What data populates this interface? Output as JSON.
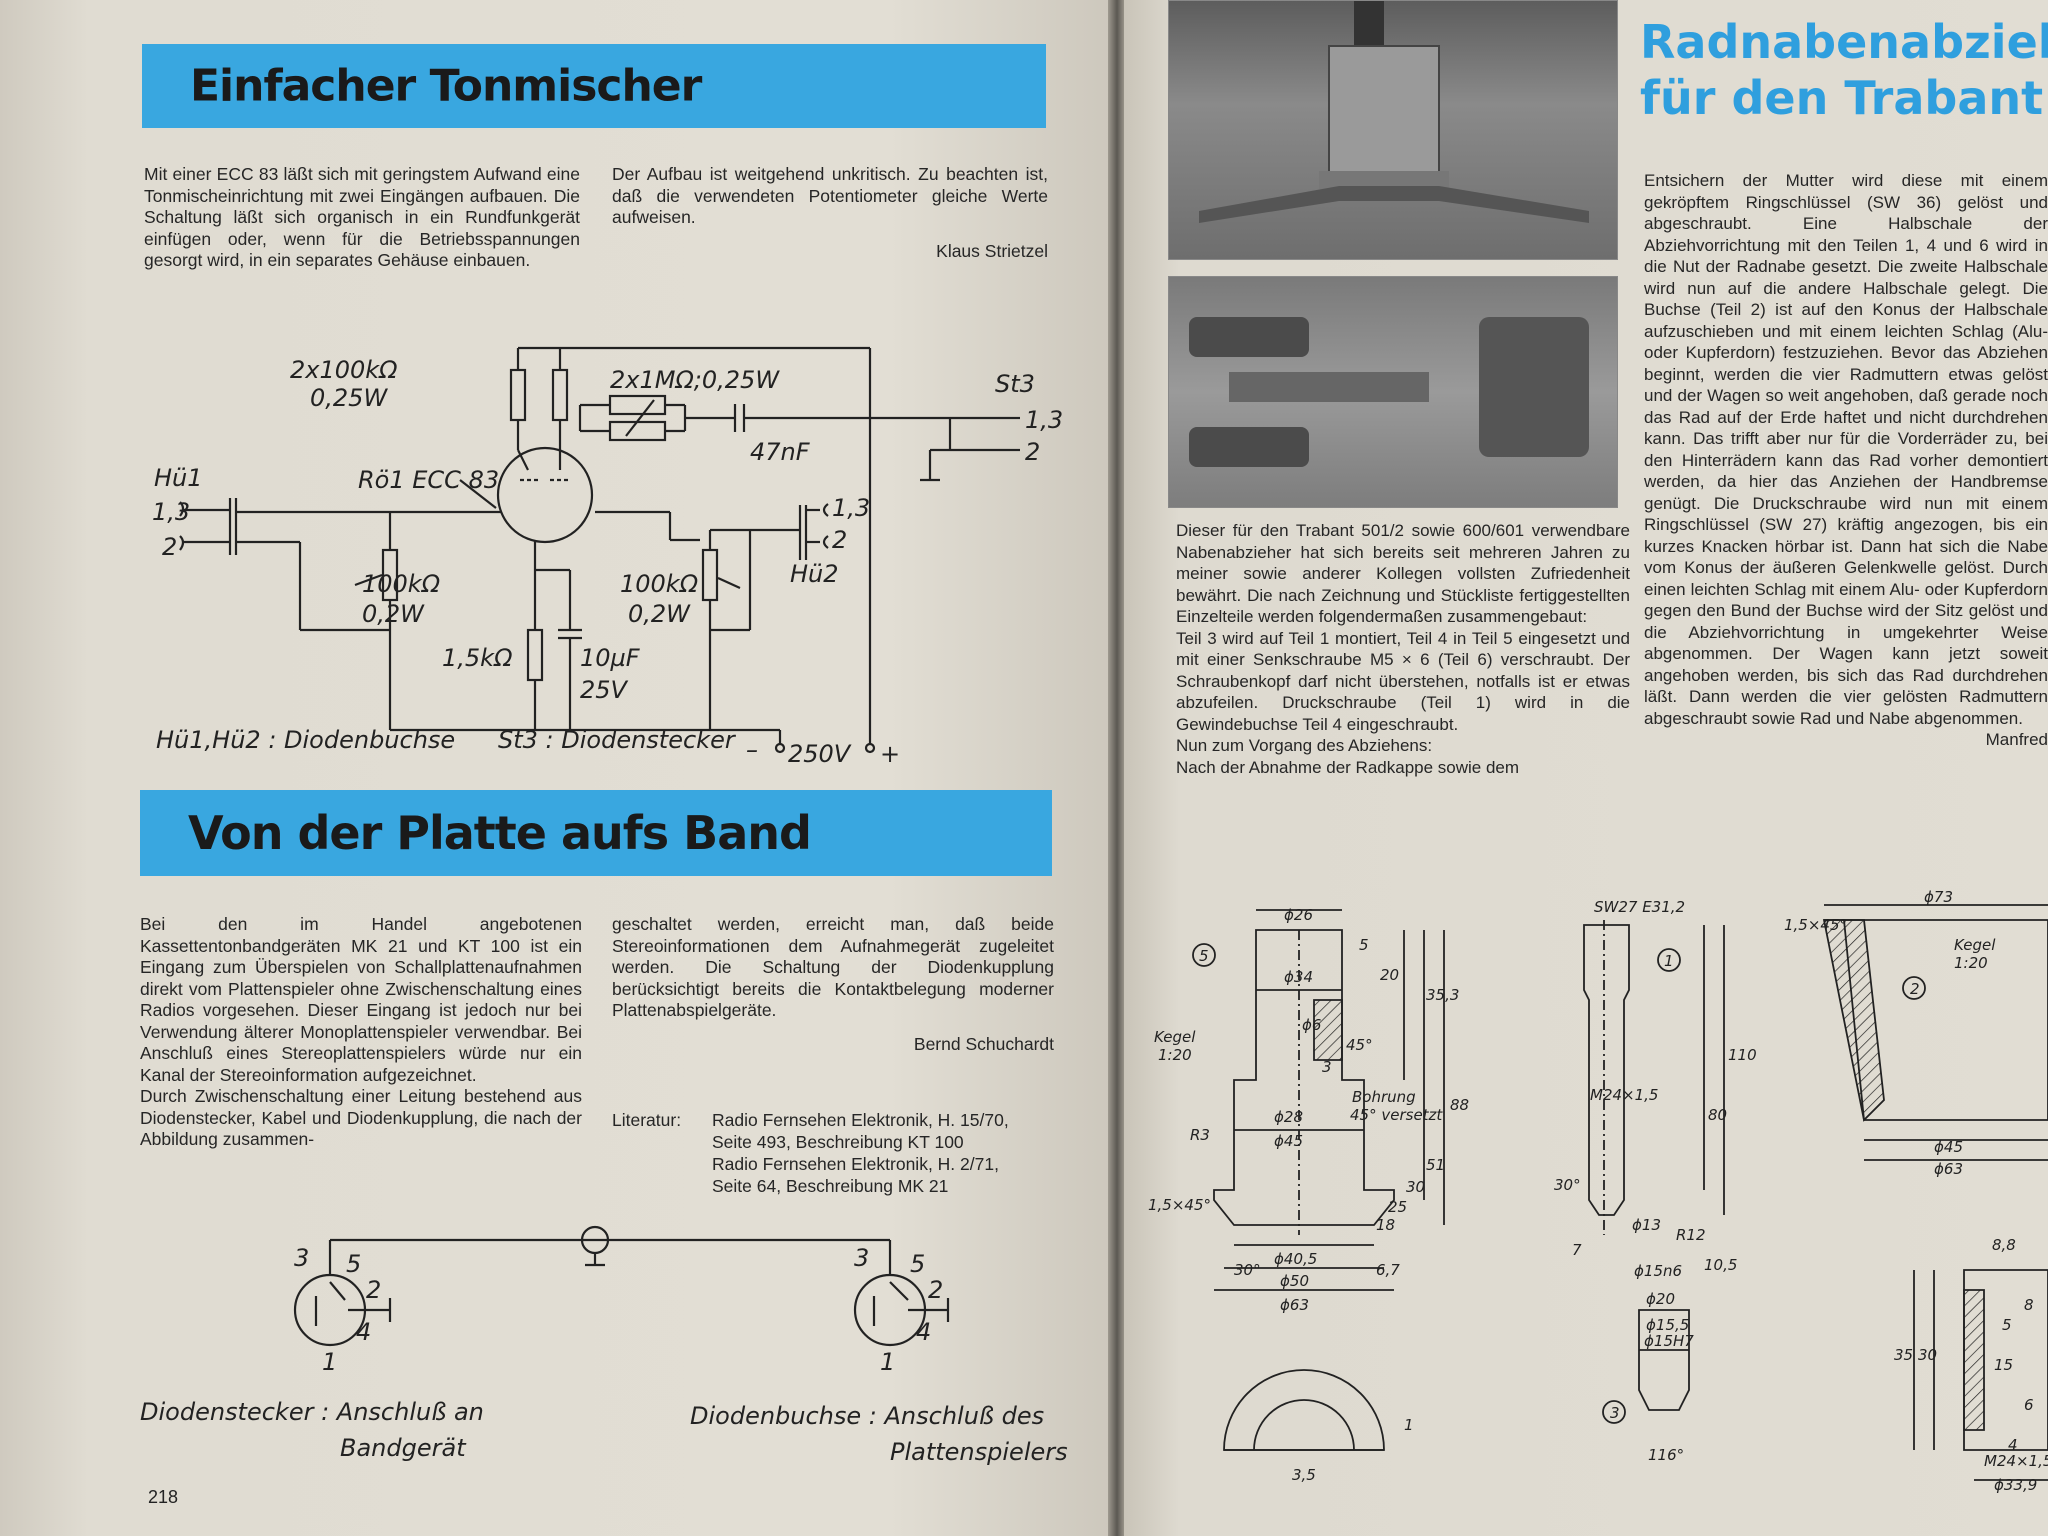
{
  "left_page": {
    "article1": {
      "title": "Einfacher Tonmischer",
      "col1": "Mit einer ECC 83 läßt sich mit geringstem Aufwand eine Tonmischeinrichtung mit zwei Eingängen aufbauen. Die Schaltung läßt sich organisch in ein Rundfunkgerät einfügen oder, wenn für die Betriebsspannungen gesorgt wird, in ein separates Gehäuse einbauen.",
      "col2": "Der Aufbau ist weitgehend unkritisch. Zu beachten ist, daß die verwendeten Potentiometer gleiche Werte aufweisen.",
      "author": "Klaus Strietzel"
    },
    "schematic1": {
      "r_top": "2x100kΩ",
      "r_top_w": "0,25W",
      "r_1m": "2x1MΩ;0,25W",
      "tube": "Rö1 ECC 83",
      "cap": "47nF",
      "st3": "St3",
      "st3_pins": "1,3",
      "st3_pin2": "2",
      "hu1": "Hü1",
      "hu1_pins": "1,3",
      "hu1_pin2": "2",
      "pot1": "100kΩ",
      "pot1_w": "0,2W",
      "pot2": "100kΩ",
      "pot2_w": "0,2W",
      "hu2": "Hü2",
      "hu2_pins": "1,3",
      "hu2_pin2": "2",
      "rk": "1,5kΩ",
      "ck": "10µF",
      "ck_v": "25V",
      "legend_left": "Hü1,Hü2 : Diodenbuchse",
      "legend_mid": "St3 : Diodenstecker",
      "minus": "–",
      "voltage": "250V",
      "plus": "+"
    },
    "article2": {
      "title": "Von der Platte aufs Band",
      "col1": "Bei den im Handel angebotenen Kassettentonbandgeräten MK 21 und KT 100 ist ein Eingang zum Überspielen von Schallplattenaufnahmen direkt vom Plattenspieler ohne Zwischenschaltung eines Radios vorgesehen. Dieser Eingang ist jedoch nur bei Verwendung älterer Monoplattenspieler verwendbar. Bei Anschluß eines Stereoplattenspielers würde nur ein Kanal der Stereoinformation aufgezeichnet.",
      "col1b": "Durch Zwischenschaltung einer Leitung bestehend aus Diodenstecker, Kabel und Diodenkupplung, die nach der Abbildung zusammen-",
      "col2": "geschaltet werden, erreicht man, daß beide Stereoinformationen dem Aufnahmegerät zugeleitet werden. Die Schaltung der Diodenkupplung berücksichtigt bereits die Kontaktbelegung moderner Plattenabspielgeräte.",
      "author": "Bernd Schuchardt",
      "lit_label": "Literatur:",
      "lit1": "Radio Fernsehen Elektronik, H. 15/70,",
      "lit2": "Seite 493, Beschreibung KT 100",
      "lit3": "Radio Fernsehen Elektronik, H. 2/71,",
      "lit4": "Seite 64, Beschreibung MK 21"
    },
    "schematic2": {
      "p3a": "3",
      "p5a": "5",
      "p2a": "2",
      "p4a": "4",
      "p1a": "1",
      "p3b": "3",
      "p5b": "5",
      "p2b": "2",
      "p4b": "4",
      "p1b": "1",
      "cap_left_1": "Diodenstecker : Anschluß an",
      "cap_left_2": "Bandgerät",
      "cap_right_1": "Diodenbuchse : Anschluß des",
      "cap_right_2": "Plattenspielers"
    },
    "page_number": "218"
  },
  "right_page": {
    "title_1": "Radnabenabzieher",
    "title_2": "für den Trabant",
    "col_left": "Dieser für den Trabant 501/2 sowie 600/601 verwendbare Nabenabzieher hat sich bereits seit mehreren Jahren zu meiner sowie anderer Kollegen vollsten Zufriedenheit bewährt. Die nach Zeichnung und Stückliste fertiggestellten Einzelteile werden folgendermaßen zusammengebaut:",
    "col_left_b": "Teil 3 wird auf Teil 1 montiert, Teil 4 in Teil 5 eingesetzt und mit einer Senkschraube M5 × 6 (Teil 6) verschraubt. Der Schraubenkopf darf nicht überstehen, notfalls ist er etwas abzufeilen. Druckschraube (Teil 1) wird in die Gewindebuchse Teil 4 eingeschraubt.",
    "col_left_c": "Nun zum Vorgang des Abziehens:",
    "col_left_d": "Nach der Abnahme der Radkappe sowie dem",
    "col_right": "Entsichern der Mutter wird diese mit einem gekröpftem Ringschlüssel (SW 36) gelöst und abgeschraubt. Eine Halbschale der Abziehvorrichtung mit den Teilen 1, 4 und 6 wird in die Nut der Radnabe gesetzt. Die zweite Halbschale wird nun auf die andere Halbschale gelegt. Die Buchse (Teil 2) ist auf den Konus der Halbschale aufzuschieben und mit einem leichten Schlag (Alu- oder Kupferdorn) festzuziehen. Bevor das Abziehen beginnt, werden die vier Radmuttern etwas gelöst und der Wagen so weit angehoben, daß gerade noch das Rad auf der Erde haftet und nicht durchdrehen kann. Das trifft aber nur für die Vorderräder zu, bei den Hinterrädern kann das Rad vorher demontiert werden, da hier das Anziehen der Handbremse genügt. Die Druckschraube wird nun mit einem Ringschlüssel (SW 27) kräftig angezogen, bis ein kurzes Knacken hörbar ist. Dann hat sich die Nabe vom Konus der äußeren Gelenkwelle gelöst. Durch einen leichten Schlag mit einem Alu- oder Kupferdorn gegen den Bund der Buchse wird der Sitz gelöst und die Abziehvorrichtung in umgekehrter Weise abgenommen. Der Wagen kann jetzt soweit angehoben werden, bis sich das Rad durchdrehen läßt. Dann werden die vier gelösten Radmuttern abgeschraubt sowie Rad und Nabe abgenommen.",
    "author": "Manfred",
    "drawing": {
      "part5": "5",
      "d26": "ϕ26",
      "d34": "ϕ34",
      "d6": "ϕ6",
      "v5": "5",
      "v20": "20",
      "v353": "35,3",
      "angle45": "45°",
      "v3": "3",
      "kegel1": "Kegel",
      "kegel1r": "1:20",
      "bohrung": "Bohrung",
      "versetzt": "45° versetzt",
      "d28": "ϕ28",
      "d45": "ϕ45",
      "r3": "R3",
      "v88": "88",
      "v51": "51",
      "v30": "30",
      "v25": "25",
      "v18": "18",
      "v67": "6,7",
      "chamfer": "1,5×45°",
      "a30": "30°",
      "d405": "ϕ40,5",
      "d50": "ϕ50",
      "d63": "ϕ63",
      "sw": "SW27 E31,2",
      "part1": "1",
      "m24": "M24×1,5",
      "v80": "80",
      "v110": "110",
      "a30b": "30°",
      "d13": "ϕ13",
      "r12": "R12",
      "v7": "7",
      "d15": "ϕ15n6",
      "v105": "10,5",
      "d20": "ϕ20",
      "d155": "ϕ15,5",
      "d15h7": "ϕ15H7",
      "part3": "3",
      "a116": "116°",
      "v35": "3,5",
      "v1": "1",
      "d73": "ϕ73",
      "chamf2": "1,5×45°",
      "kegel2": "Kegel",
      "kegel2r": "1:20",
      "part2": "2",
      "d45b": "ϕ45",
      "d63b": "ϕ63",
      "v88b": "8,8",
      "v35b": "35",
      "v30b": "30",
      "v15": "15",
      "m24b": "M24×1,5",
      "d339": "ϕ33,9",
      "v6": "6",
      "v8": "8",
      "v5b": "5",
      "v4": "4"
    }
  }
}
